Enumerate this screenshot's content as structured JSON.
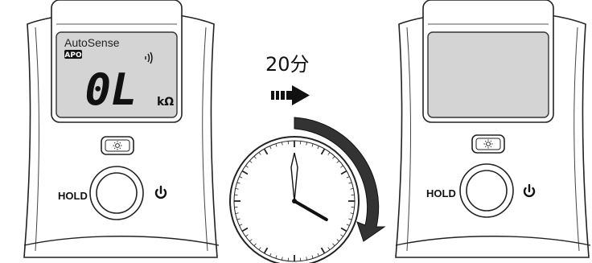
{
  "left_meter": {
    "mode_label": "AutoSense",
    "apo_badge": "APO",
    "reading": "0L",
    "unit": "kΩ",
    "hold_label": "HOLD"
  },
  "right_meter": {
    "hold_label": "HOLD"
  },
  "transition": {
    "time_label": "20分"
  },
  "clock": {
    "hour": 4,
    "minute": 0
  },
  "icons": {
    "backlight": "sun-icon",
    "power": "power-icon",
    "continuity": "sound-wave-icon",
    "arrow": "dashed-arrow-icon",
    "elapsed": "curved-arrow-icon"
  }
}
